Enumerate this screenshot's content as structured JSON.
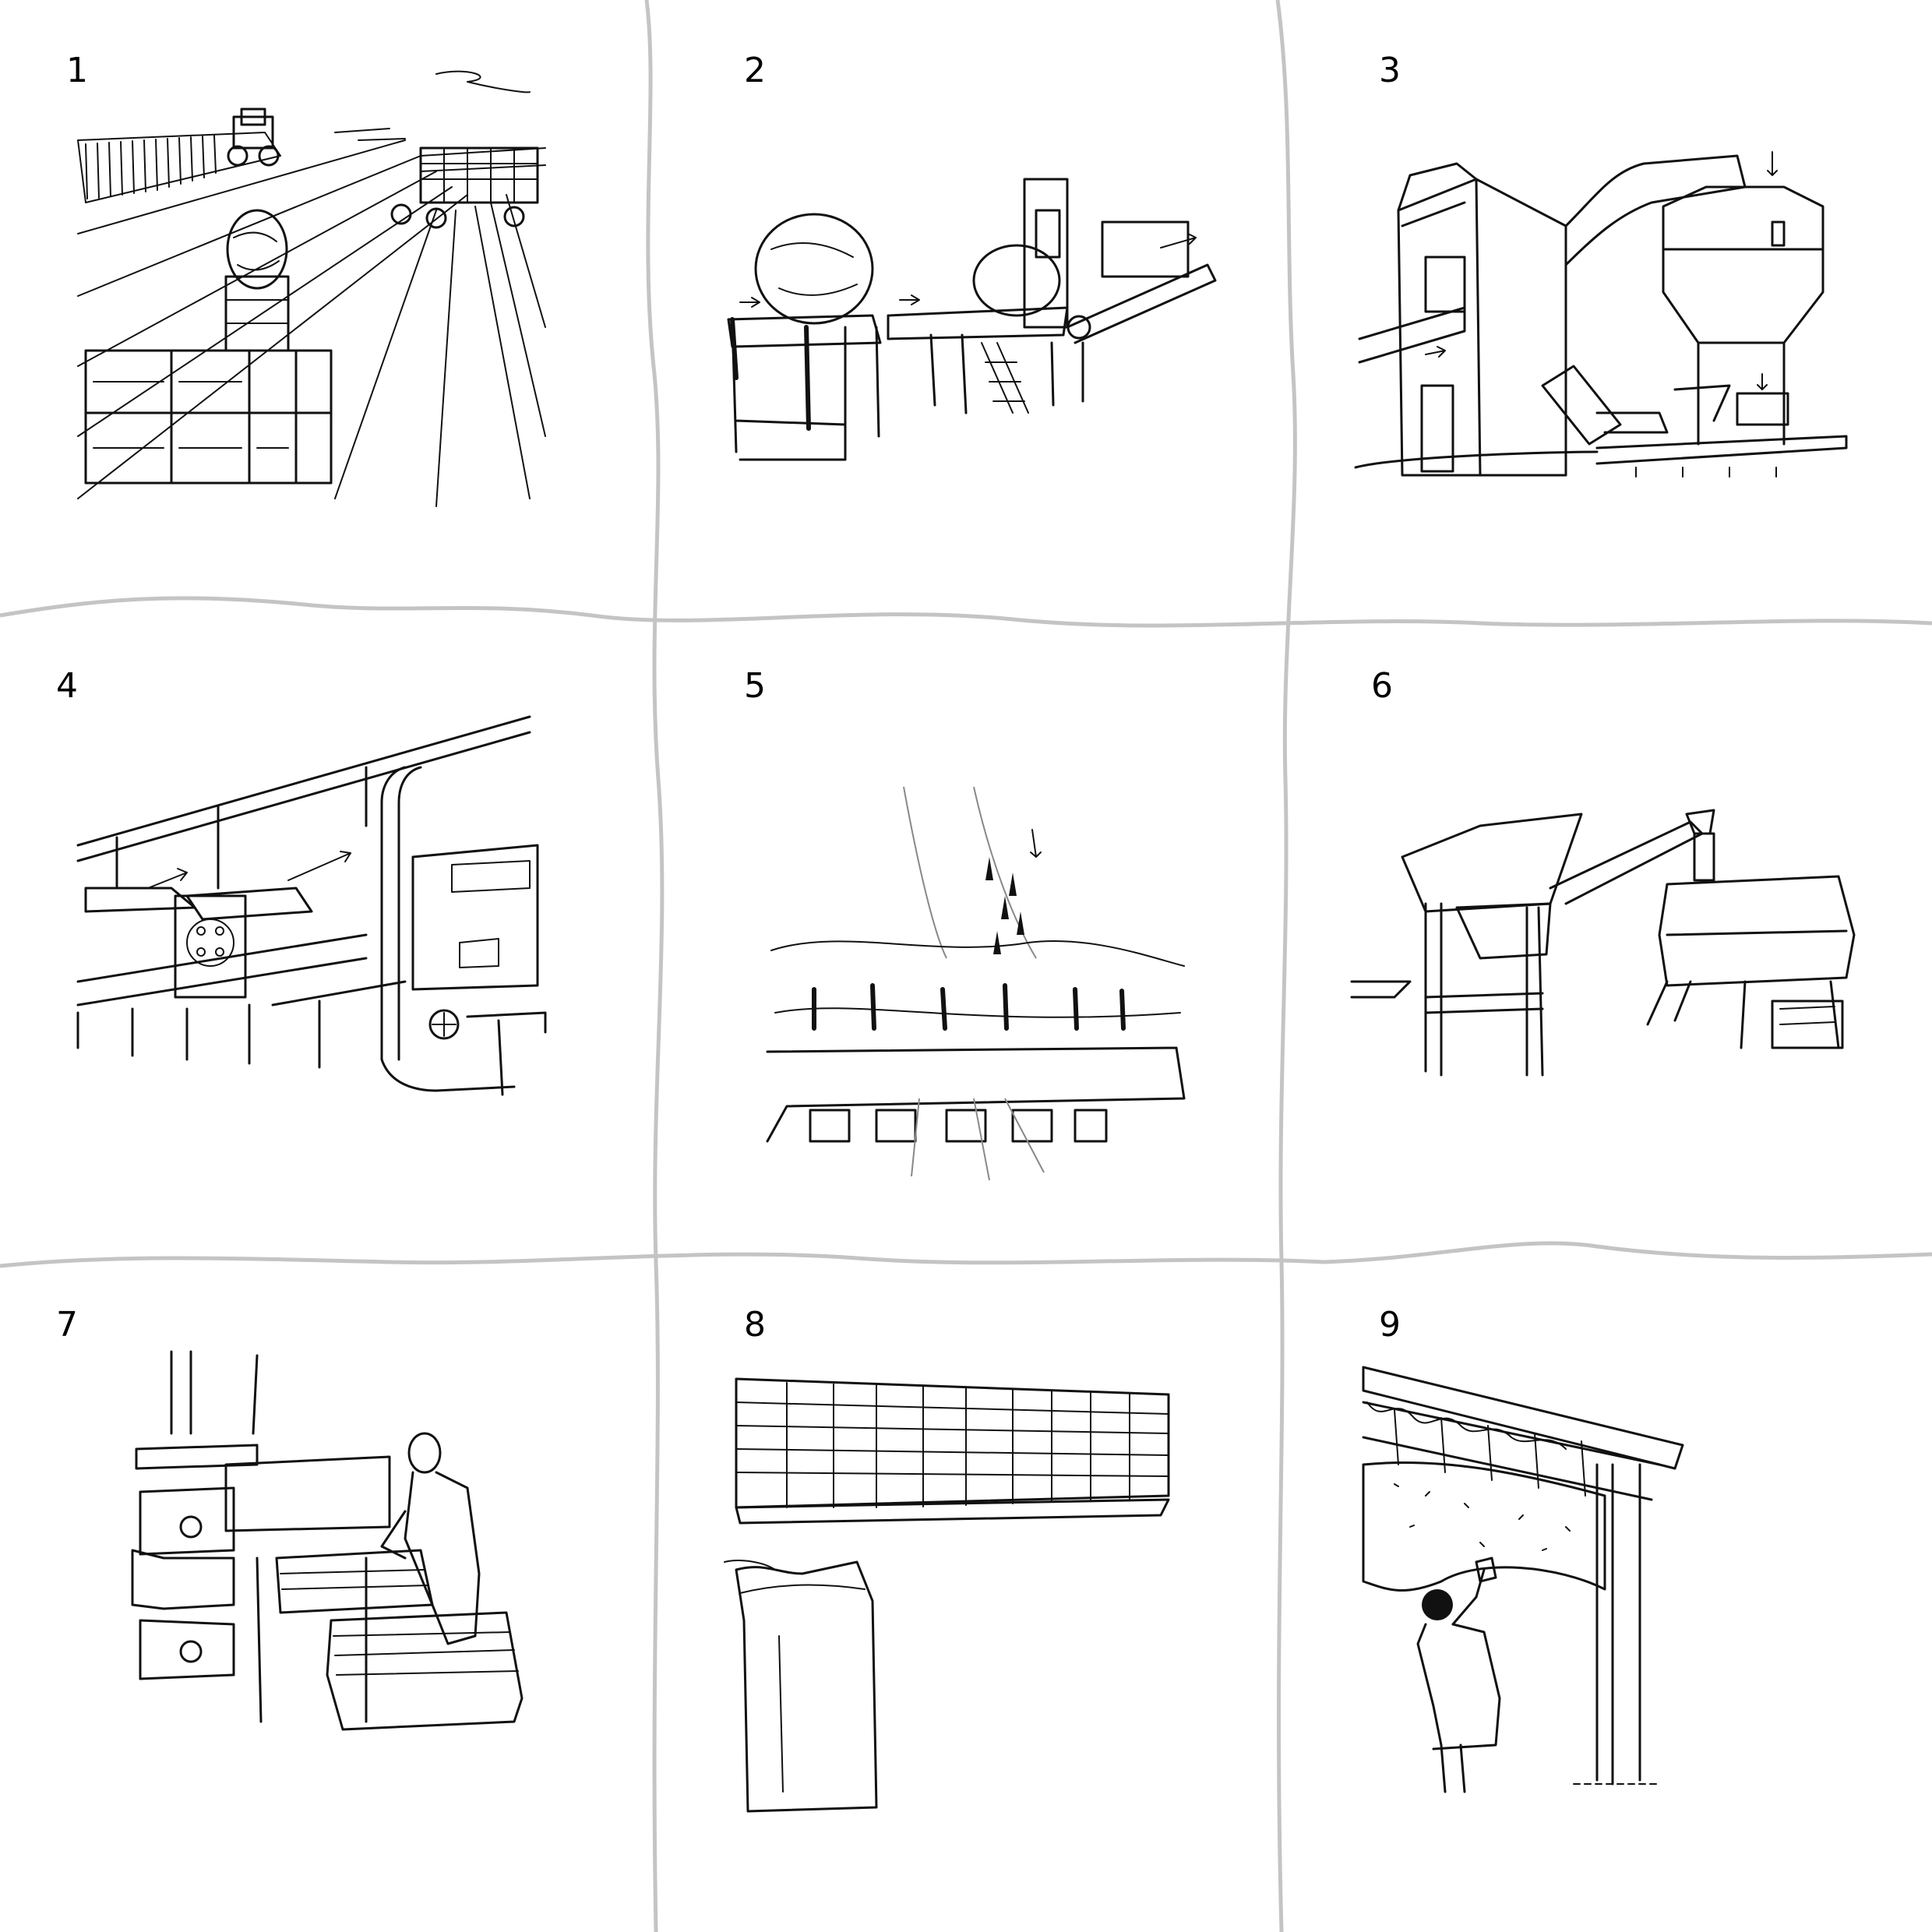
{
  "panels": [
    {
      "label": "1",
      "icon": "field-harvest-illustration"
    },
    {
      "label": "2",
      "icon": "bale-conveyor-illustration"
    },
    {
      "label": "3",
      "icon": "processing-plant-illustration"
    },
    {
      "label": "4",
      "icon": "conveyor-ducting-illustration"
    },
    {
      "label": "5",
      "icon": "shredding-closeup-illustration"
    },
    {
      "label": "6",
      "icon": "hopper-machine-illustration"
    },
    {
      "label": "7",
      "icon": "worker-press-illustration"
    },
    {
      "label": "8",
      "icon": "bagged-product-illustration"
    },
    {
      "label": "9",
      "icon": "wall-application-illustration"
    }
  ],
  "colors": {
    "ink": "#111111",
    "divider": "#c4c4c4",
    "background": "#ffffff"
  }
}
